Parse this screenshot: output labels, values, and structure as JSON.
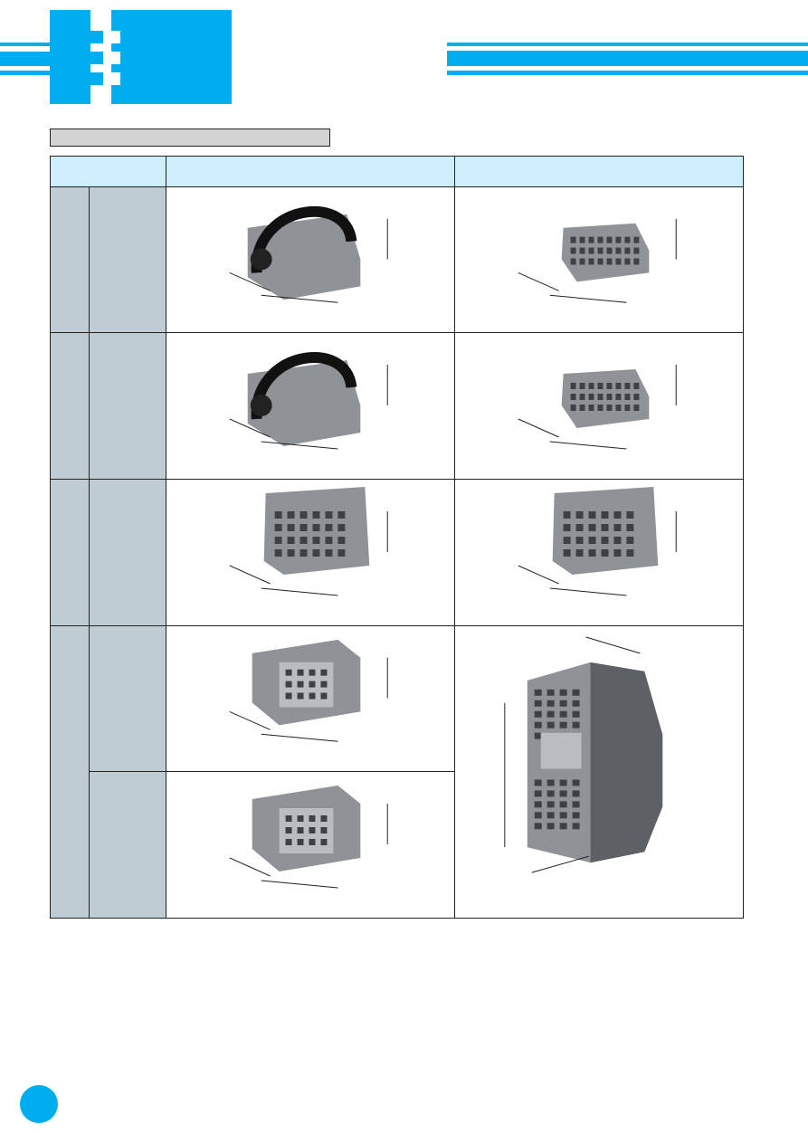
{
  "colors": {
    "brand": "#00aeef",
    "header_fill": "#cdeefa",
    "side_fill": "#bfccd3",
    "section_bar": "#d3d3d3"
  },
  "rows": [
    {
      "id": "row-1",
      "images": [
        "connector-with-lever",
        "mating-connector"
      ]
    },
    {
      "id": "row-2",
      "images": [
        "connector-with-lever",
        "mating-connector"
      ]
    },
    {
      "id": "row-3",
      "images": [
        "flange-connector",
        "flange-mating-connector"
      ]
    },
    {
      "id": "row-4a",
      "images": [
        "header-connector"
      ]
    },
    {
      "id": "row-4b",
      "images": [
        "header-connector"
      ]
    }
  ],
  "row4_right_image": "large-dual-connector"
}
